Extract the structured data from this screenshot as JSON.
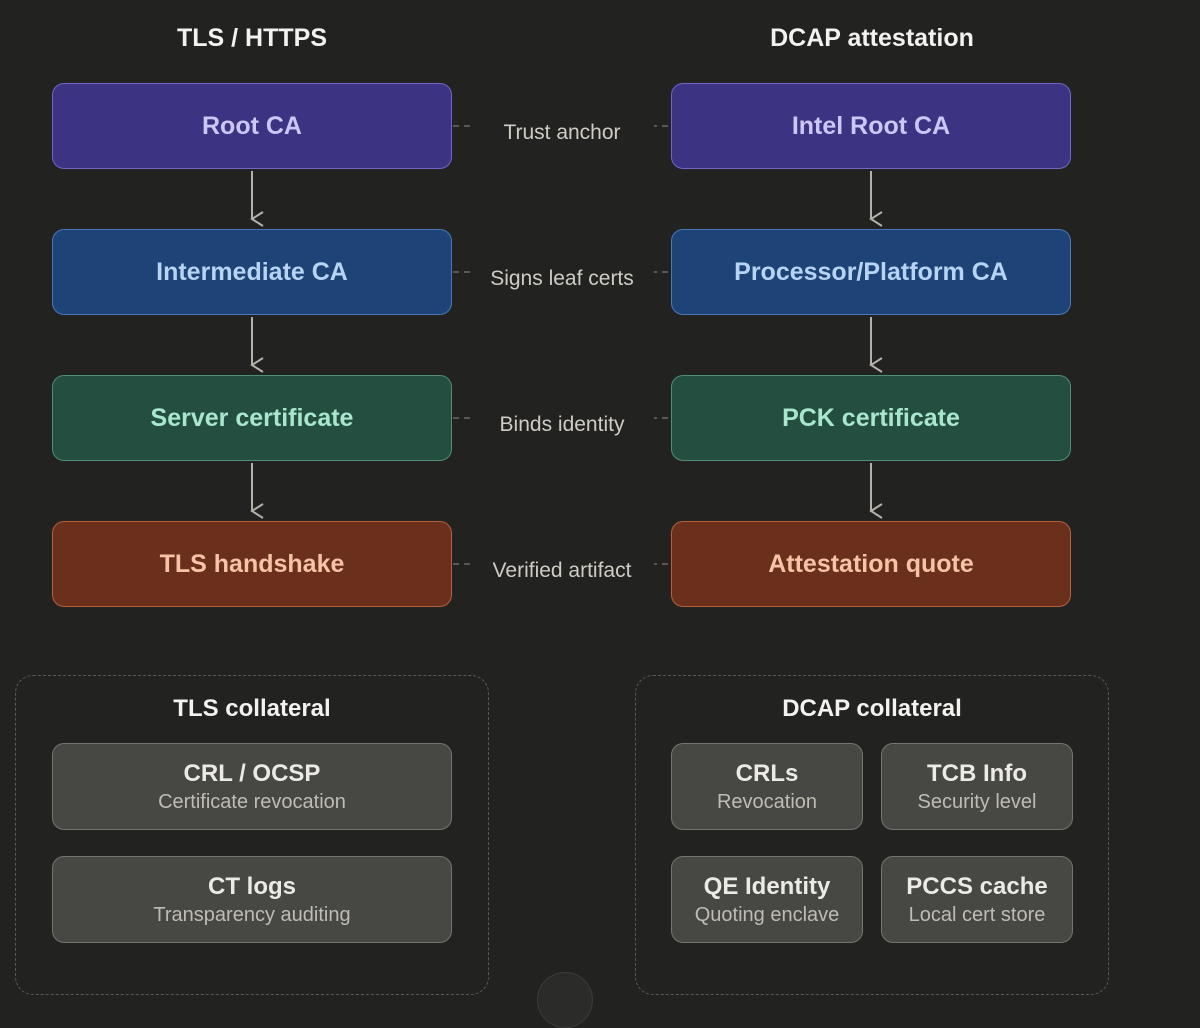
{
  "columns": {
    "tls_title": "TLS / HTTPS",
    "dcap_title": "DCAP attestation"
  },
  "tls_chain": [
    {
      "label": "Root CA",
      "color": "#3c3382"
    },
    {
      "label": "Intermediate CA",
      "color": "#1e4477"
    },
    {
      "label": "Server certificate",
      "color": "#234e40"
    },
    {
      "label": "TLS handshake",
      "color": "#6b301b"
    }
  ],
  "dcap_chain": [
    {
      "label": "Intel Root CA",
      "color": "#3c3382"
    },
    {
      "label": "Processor/Platform CA",
      "color": "#1e4477"
    },
    {
      "label": "PCK certificate",
      "color": "#234e40"
    },
    {
      "label": "Attestation quote",
      "color": "#6b301b"
    }
  ],
  "links": [
    "Trust anchor",
    "Signs leaf certs",
    "Binds identity",
    "Verified artifact"
  ],
  "tls_collateral": {
    "title": "TLS collateral",
    "items": [
      {
        "title": "CRL / OCSP",
        "subtitle": "Certificate revocation"
      },
      {
        "title": "CT logs",
        "subtitle": "Transparency auditing"
      }
    ]
  },
  "dcap_collateral": {
    "title": "DCAP collateral",
    "items": [
      {
        "title": "CRLs",
        "subtitle": "Revocation"
      },
      {
        "title": "TCB Info",
        "subtitle": "Security level"
      },
      {
        "title": "QE Identity",
        "subtitle": "Quoting enclave"
      },
      {
        "title": "PCCS cache",
        "subtitle": "Local cert store"
      }
    ]
  }
}
